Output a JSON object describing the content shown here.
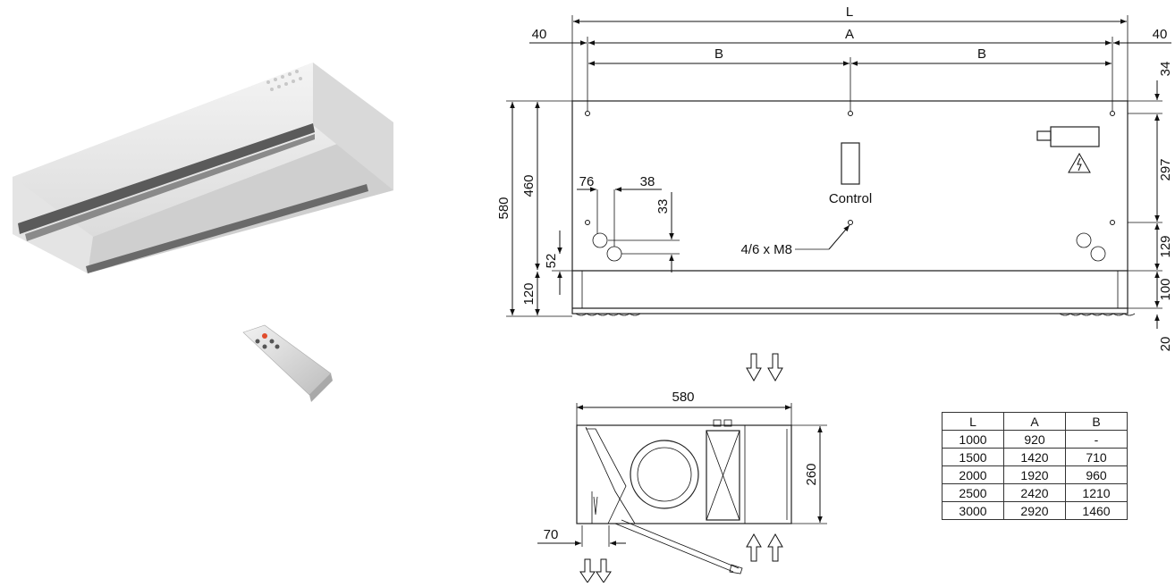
{
  "top_view": {
    "dims": {
      "L": "L",
      "A": "A",
      "B_left": "B",
      "B_right": "B",
      "left_offset": "40",
      "right_offset": "40",
      "top_34": "34",
      "h_580": "580",
      "h_460": "460",
      "h_120": "120",
      "h_52": "52",
      "w_76": "76",
      "w_38": "38",
      "h_33": "33",
      "r_297": "297",
      "r_129": "129",
      "r_100": "100",
      "r_20": "20"
    },
    "labels": {
      "control": "Control",
      "bolts": "4/6 x M8"
    }
  },
  "side_view": {
    "dims": {
      "width_580": "580",
      "height_260": "260",
      "offset_70": "70"
    }
  },
  "spec_table": {
    "headers": [
      "L",
      "A",
      "B"
    ],
    "rows": [
      [
        "1000",
        "920",
        "-"
      ],
      [
        "1500",
        "1420",
        "710"
      ],
      [
        "2000",
        "1920",
        "960"
      ],
      [
        "2500",
        "2420",
        "1210"
      ],
      [
        "3000",
        "2920",
        "1460"
      ]
    ]
  },
  "colors": {
    "line": "#111111",
    "unit_face": "#eeeeee",
    "unit_side": "#d8d8d8",
    "grille": "#555555"
  }
}
